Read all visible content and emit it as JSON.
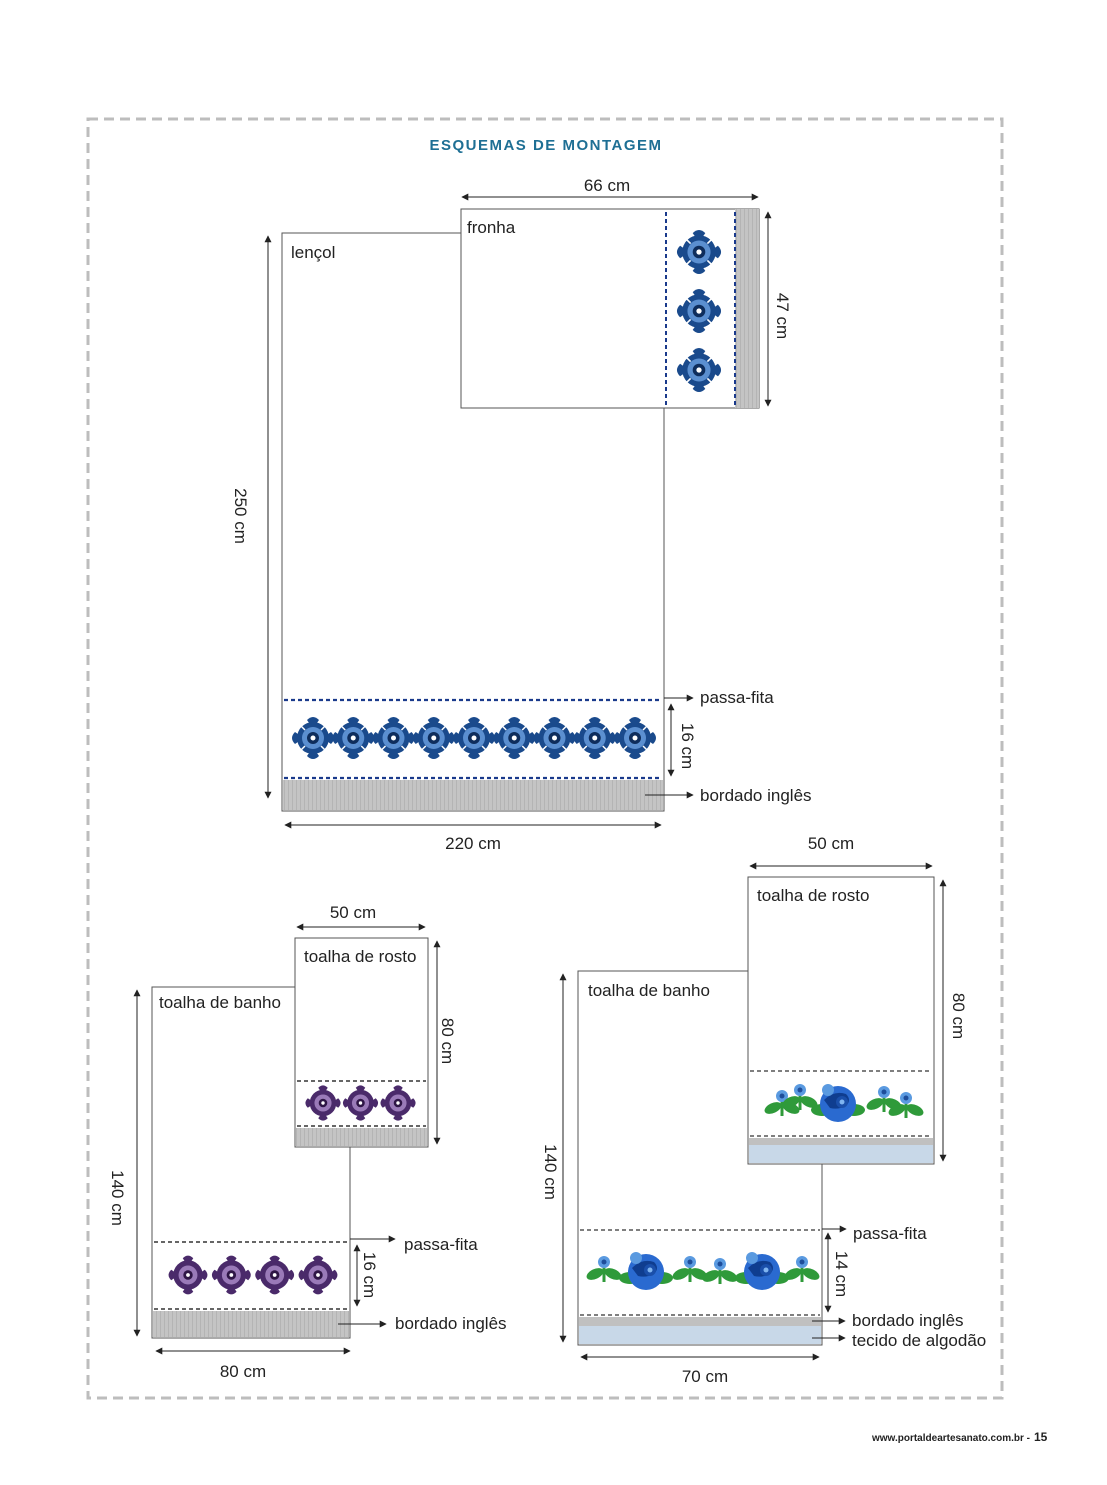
{
  "title": "ESQUEMAS DE MONTAGEM",
  "colors": {
    "frame": "#bbbbbb",
    "blue_motif": "#1a4a8c",
    "purple_motif": "#4a2a6a",
    "green_leaf": "#2f9a3a",
    "rose_blue": "#2a6ad0",
    "bordado_gray": "#c8c8c8",
    "algodao_blue": "#c8d8e8",
    "title": "#1e6f94"
  },
  "diagram1": {
    "lencol_label": "lençol",
    "fronha_label": "fronha",
    "fronha_width": "66 cm",
    "fronha_height": "47 cm",
    "lencol_height": "250 cm",
    "lencol_width": "220 cm",
    "band_height": "16 cm",
    "passa_fita": "passa-fita",
    "bordado": "bordado inglês",
    "fronha_motif_count": 3,
    "lencol_motif_count": 9
  },
  "diagram2": {
    "rosto_label": "toalha de rosto",
    "banho_label": "toalha de banho",
    "rosto_width": "50 cm",
    "rosto_height": "80 cm",
    "banho_height": "140 cm",
    "banho_width": "80 cm",
    "band_height": "16 cm",
    "passa_fita": "passa-fita",
    "bordado": "bordado inglês",
    "rosto_motif_count": 3,
    "banho_motif_count": 4
  },
  "diagram3": {
    "rosto_label": "toalha de rosto",
    "banho_label": "toalha de banho",
    "rosto_width": "50 cm",
    "rosto_height": "80 cm",
    "banho_height": "140 cm",
    "banho_width": "70 cm",
    "band_height": "14 cm",
    "passa_fita": "passa-fita",
    "bordado": "bordado inglês",
    "algodao": "tecido de algodão"
  },
  "footer": {
    "url": "www.portaldeartesanato.com.br -",
    "page": "15"
  }
}
